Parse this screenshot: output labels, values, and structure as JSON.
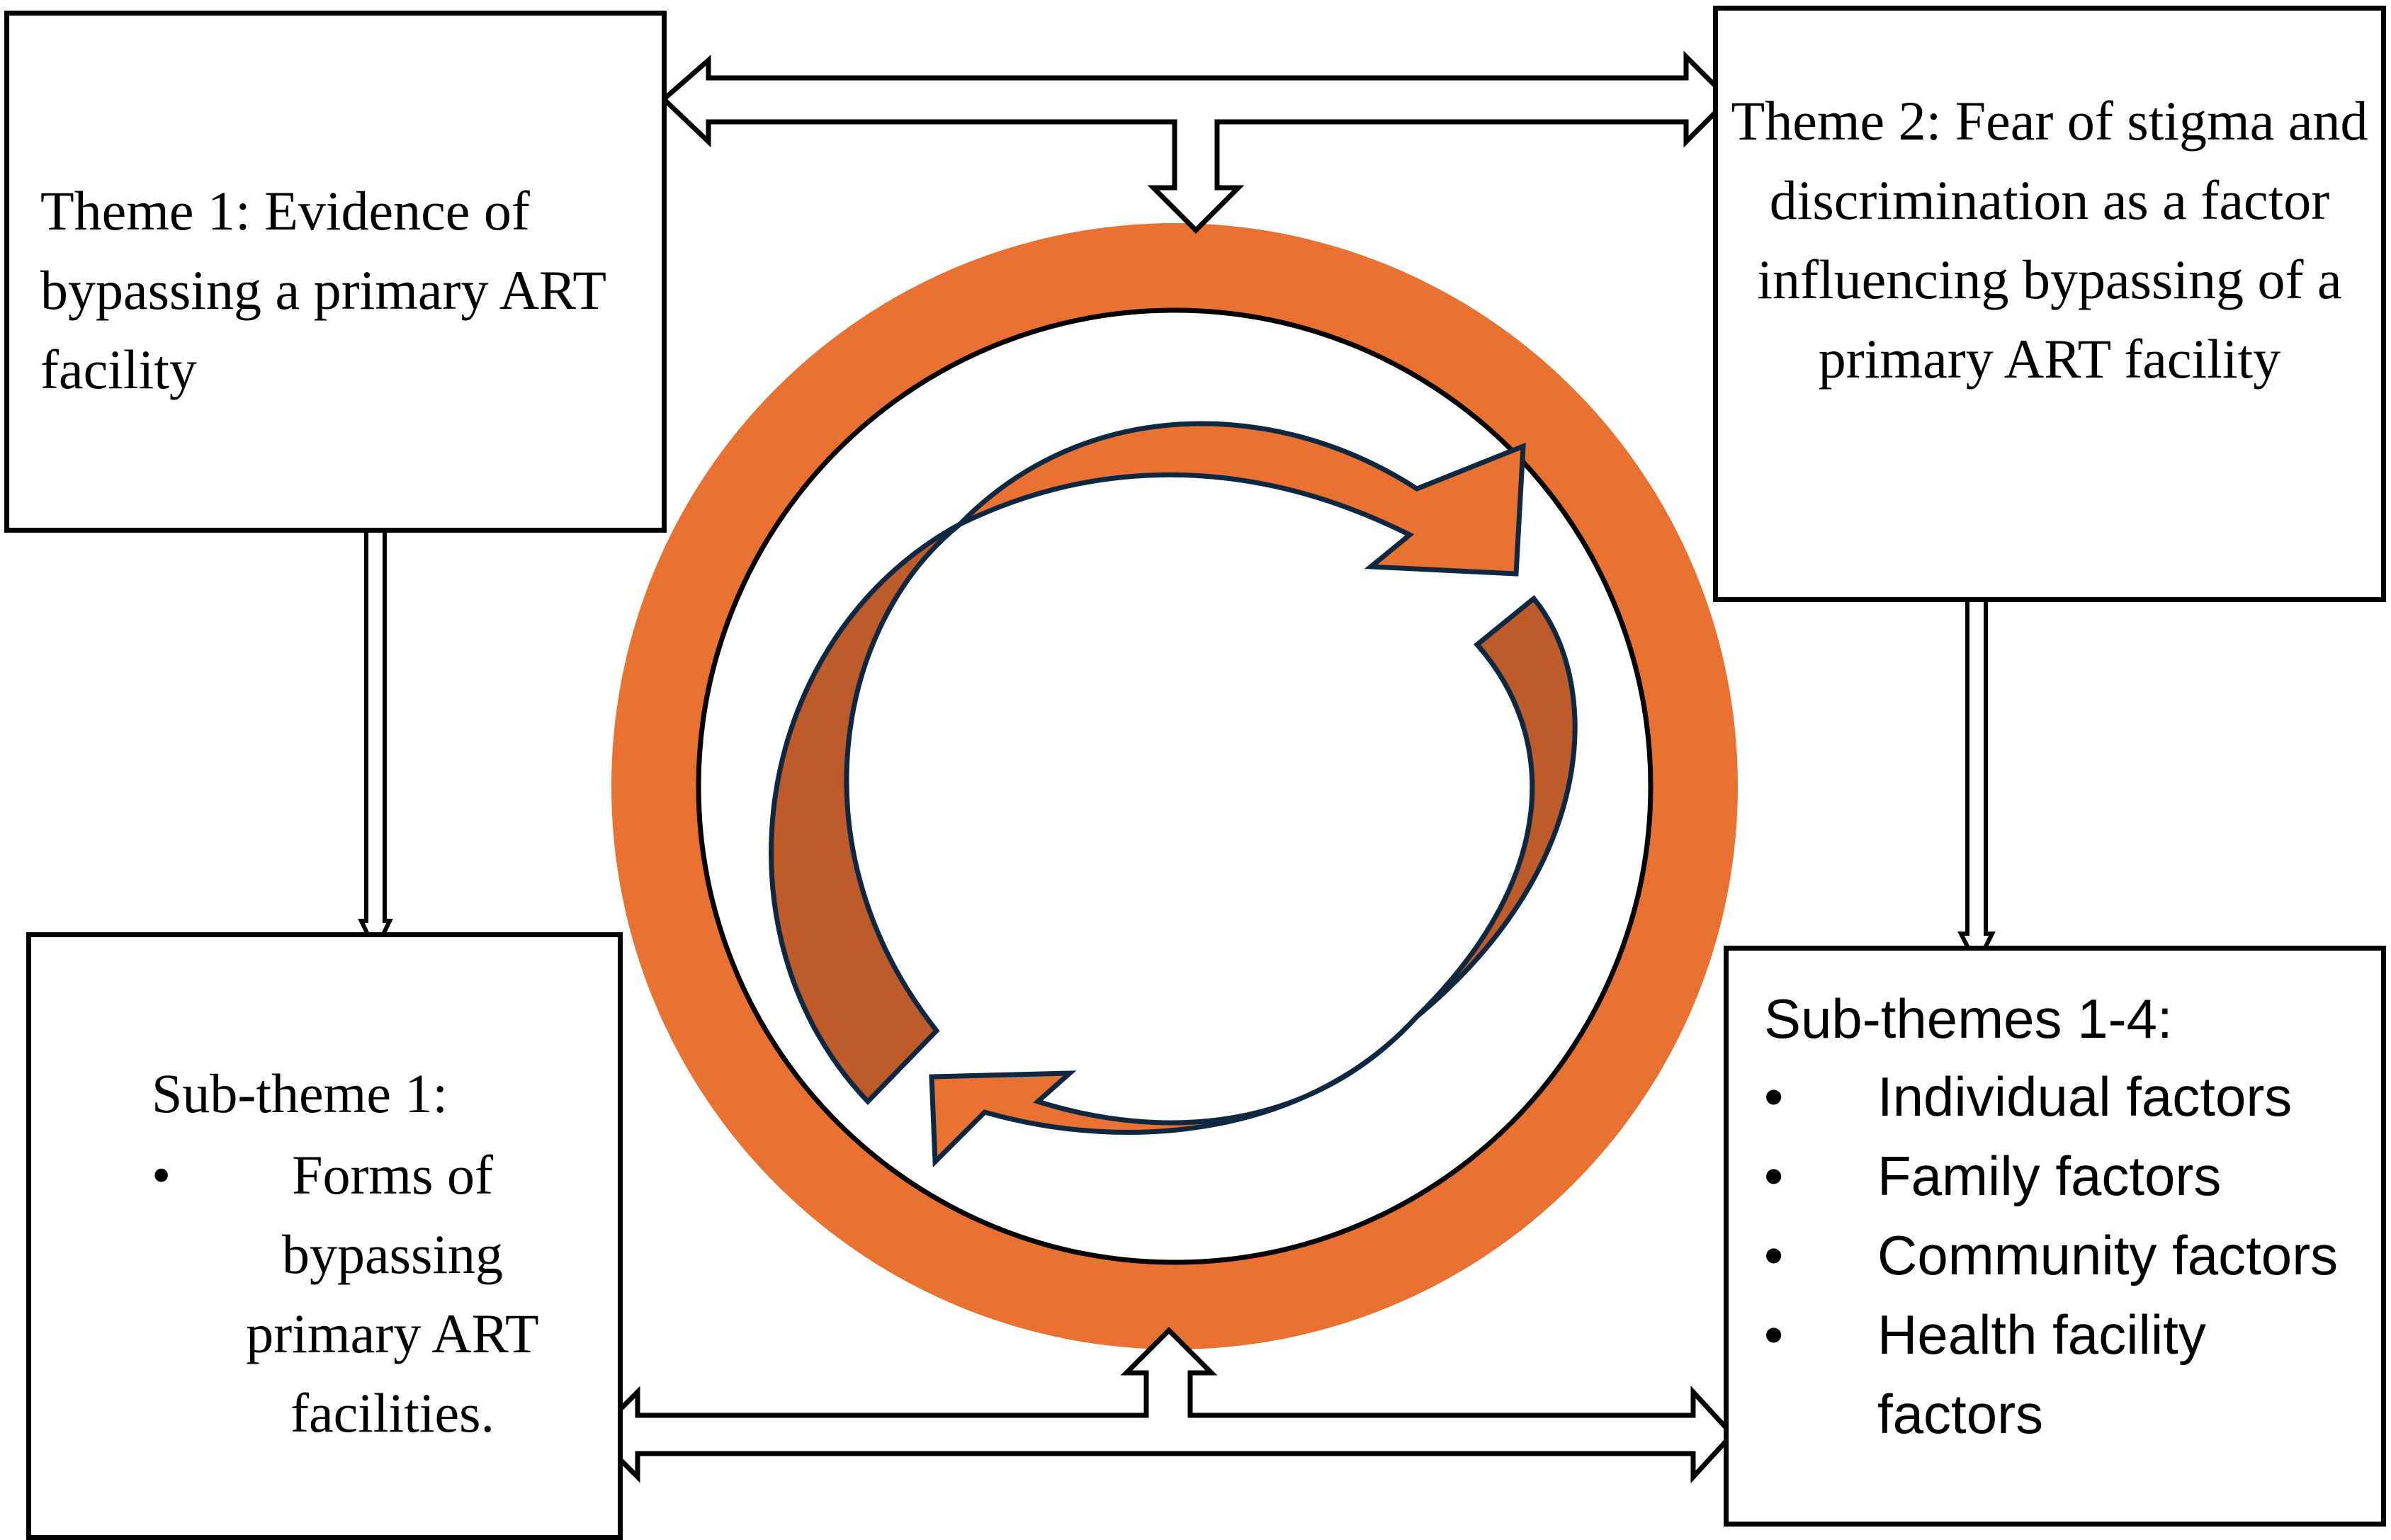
{
  "theme1": {
    "text": "Theme 1: Evidence of bypassing a primary ART facility"
  },
  "theme2": {
    "text": "Theme 2: Fear of stigma and discrimination as a factor influencing bypassing of a primary ART facility"
  },
  "sub1": {
    "heading": "Sub-theme 1:",
    "bullet": "•",
    "item": "Forms of bypassing primary ART facilities."
  },
  "sub2": {
    "heading": "Sub-themes 1-4:",
    "bullet": "•",
    "items": [
      "Individual factors",
      "Family factors",
      "Community factors",
      "Health facility factors"
    ]
  },
  "colors": {
    "ring": "#E97132",
    "arrow_light": "#E97132",
    "arrow_dark": "#BD5B2A",
    "arrow_outline": "#0E2841",
    "box_border": "#000000"
  },
  "icons": {
    "center": "cycle-arrows-icon"
  }
}
